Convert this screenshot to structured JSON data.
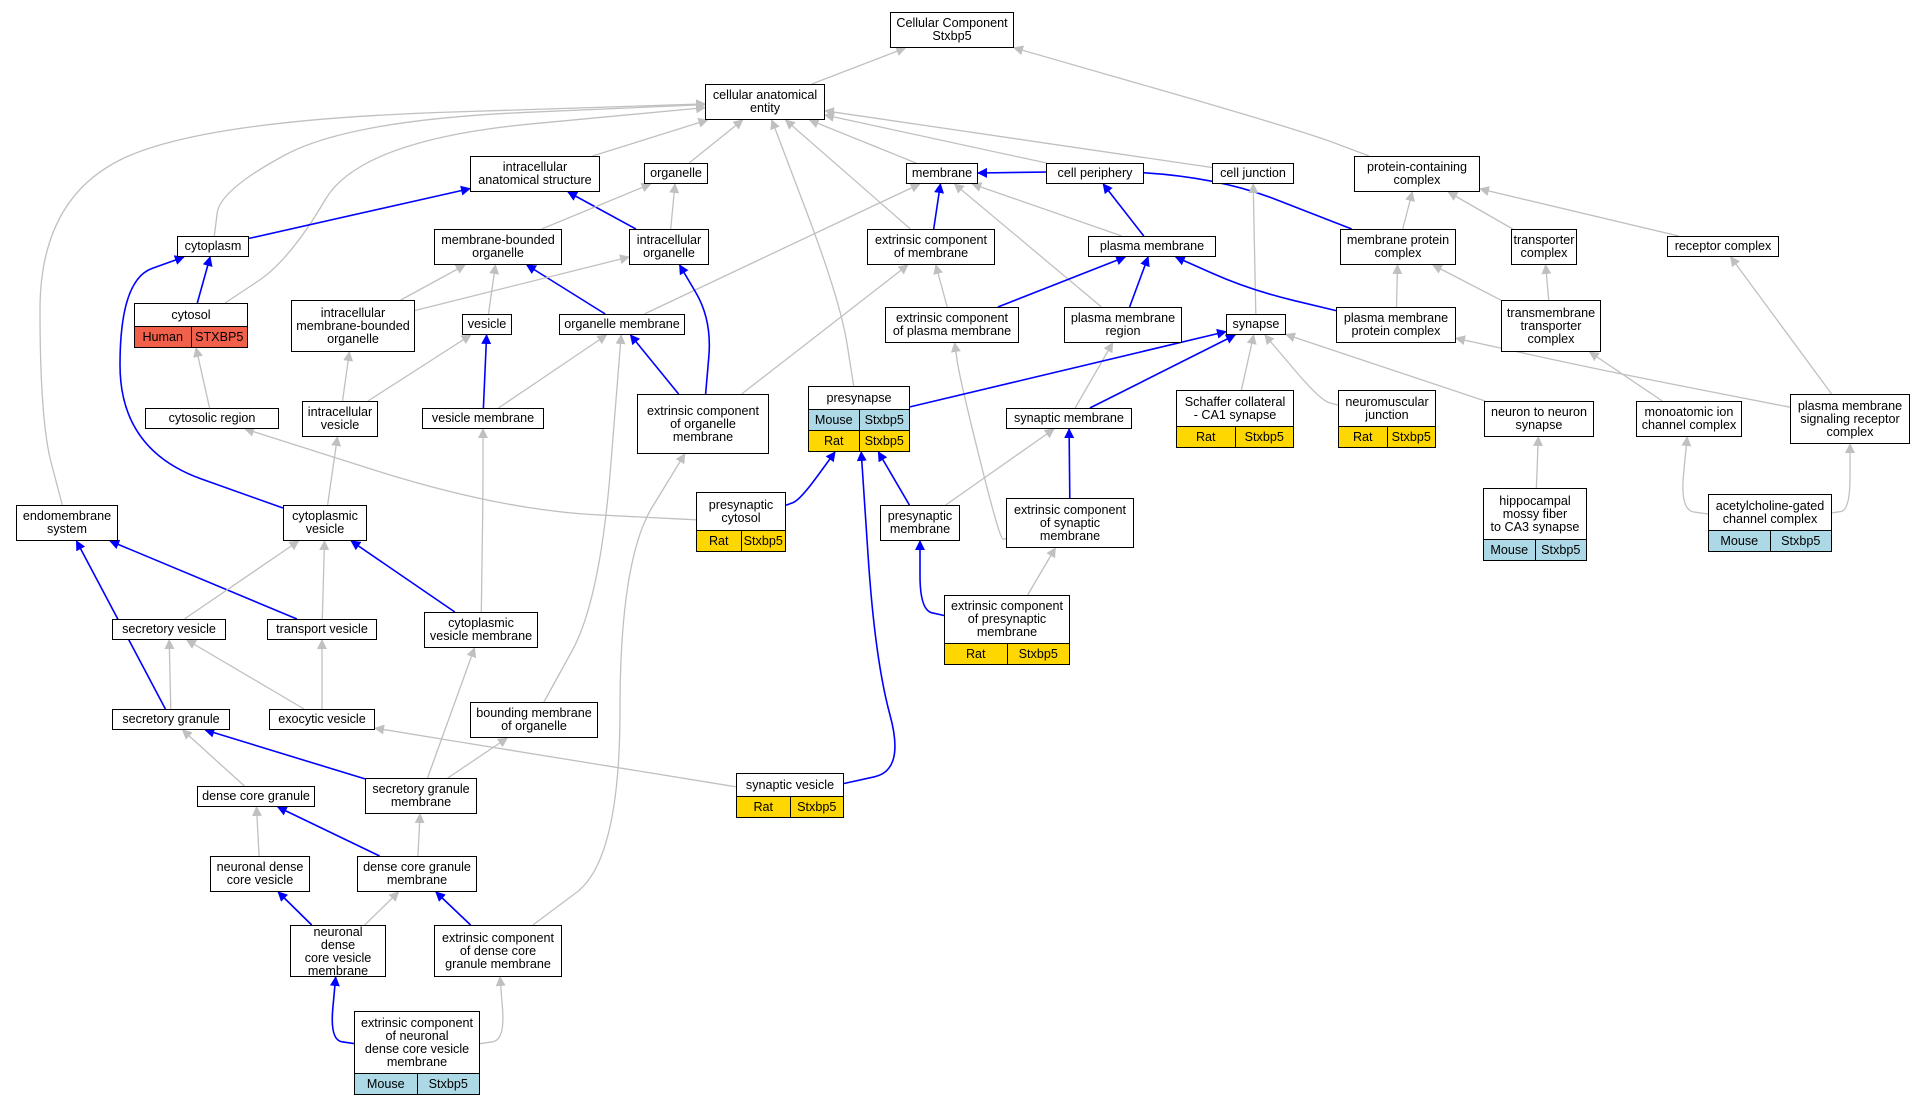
{
  "colors": {
    "is_a_edge": "#c0c0c0",
    "part_of_edge": "#0000ff",
    "Human": "#f0604a",
    "Mouse": "#add8e6",
    "Rat": "#ffd700"
  },
  "nodes": [
    {
      "id": "root",
      "label": "Cellular Component\nStxbp5"
    },
    {
      "id": "cae",
      "label": "cellular anatomical\nentity"
    },
    {
      "id": "ias",
      "label": "intracellular\nanatomical structure"
    },
    {
      "id": "organelle",
      "label": "organelle"
    },
    {
      "id": "membrane",
      "label": "membrane"
    },
    {
      "id": "cellperiph",
      "label": "cell periphery"
    },
    {
      "id": "celljunction",
      "label": "cell junction"
    },
    {
      "id": "pcc",
      "label": "protein-containing\ncomplex"
    },
    {
      "id": "cytoplasm",
      "label": "cytoplasm"
    },
    {
      "id": "mbo",
      "label": "membrane-bounded\norganelle"
    },
    {
      "id": "intorg",
      "label": "intracellular\norganelle"
    },
    {
      "id": "ecm",
      "label": "extrinsic component\nof membrane"
    },
    {
      "id": "pm",
      "label": "plasma membrane"
    },
    {
      "id": "mpc",
      "label": "membrane protein\ncomplex"
    },
    {
      "id": "transporter",
      "label": "transporter\ncomplex"
    },
    {
      "id": "receptor",
      "label": "receptor complex"
    },
    {
      "id": "cytosol",
      "label": "cytosol",
      "tags": [
        {
          "species": "Human",
          "gene": "STXBP5"
        }
      ]
    },
    {
      "id": "imbo",
      "label": "intracellular\nmembrane-bounded\norganelle"
    },
    {
      "id": "vesicle",
      "label": "vesicle"
    },
    {
      "id": "orgmem",
      "label": "organelle membrane"
    },
    {
      "id": "ecpm",
      "label": "extrinsic component\nof plasma membrane"
    },
    {
      "id": "pmr",
      "label": "plasma membrane\nregion"
    },
    {
      "id": "synapse",
      "label": "synapse"
    },
    {
      "id": "pmpc",
      "label": "plasma membrane\nprotein complex"
    },
    {
      "id": "tmtc",
      "label": "transmembrane\ntransporter\ncomplex"
    },
    {
      "id": "cytreg",
      "label": "cytosolic region"
    },
    {
      "id": "intves",
      "label": "intracellular\nvesicle"
    },
    {
      "id": "vesmem",
      "label": "vesicle membrane"
    },
    {
      "id": "ecom",
      "label": "extrinsic component\nof organelle\nmembrane"
    },
    {
      "id": "presyn",
      "label": "presynapse",
      "tags": [
        {
          "species": "Mouse",
          "gene": "Stxbp5"
        },
        {
          "species": "Rat",
          "gene": "Stxbp5"
        }
      ]
    },
    {
      "id": "synmem",
      "label": "synaptic membrane"
    },
    {
      "id": "schaffer",
      "label": "Schaffer collateral\n- CA1 synapse",
      "tags": [
        {
          "species": "Rat",
          "gene": "Stxbp5"
        }
      ]
    },
    {
      "id": "nmj",
      "label": "neuromuscular\njunction",
      "tags": [
        {
          "species": "Rat",
          "gene": "Stxbp5"
        }
      ]
    },
    {
      "id": "n2n",
      "label": "neuron to neuron\nsynapse"
    },
    {
      "id": "moic",
      "label": "monoatomic ion\nchannel complex"
    },
    {
      "id": "pmsrc",
      "label": "plasma membrane\nsignaling receptor\ncomplex"
    },
    {
      "id": "endo",
      "label": "endomembrane\nsystem"
    },
    {
      "id": "cytves",
      "label": "cytoplasmic\nvesicle"
    },
    {
      "id": "precyt",
      "label": "presynaptic\ncytosol",
      "tags": [
        {
          "species": "Rat",
          "gene": "Stxbp5"
        }
      ]
    },
    {
      "id": "premem",
      "label": "presynaptic\nmembrane"
    },
    {
      "id": "ecsm",
      "label": "extrinsic component\nof synaptic\nmembrane"
    },
    {
      "id": "hippo",
      "label": "hippocampal\nmossy fiber\nto CA3 synapse",
      "tags": [
        {
          "species": "Mouse",
          "gene": "Stxbp5"
        }
      ]
    },
    {
      "id": "achr",
      "label": "acetylcholine-gated\nchannel complex",
      "tags": [
        {
          "species": "Mouse",
          "gene": "Stxbp5"
        }
      ]
    },
    {
      "id": "secves",
      "label": "secretory vesicle"
    },
    {
      "id": "transves",
      "label": "transport vesicle"
    },
    {
      "id": "cvm",
      "label": "cytoplasmic\nvesicle membrane"
    },
    {
      "id": "ecpsm",
      "label": "extrinsic component\nof presynaptic\nmembrane",
      "tags": [
        {
          "species": "Rat",
          "gene": "Stxbp5"
        }
      ]
    },
    {
      "id": "secgran",
      "label": "secretory granule"
    },
    {
      "id": "exoves",
      "label": "exocytic vesicle"
    },
    {
      "id": "bmo",
      "label": "bounding membrane\nof organelle"
    },
    {
      "id": "dcg",
      "label": "dense core granule"
    },
    {
      "id": "sgm",
      "label": "secretory granule\nmembrane"
    },
    {
      "id": "synves",
      "label": "synaptic vesicle",
      "tags": [
        {
          "species": "Rat",
          "gene": "Stxbp5"
        }
      ]
    },
    {
      "id": "ndcv",
      "label": "neuronal dense\ncore vesicle"
    },
    {
      "id": "dcgm",
      "label": "dense core granule\nmembrane"
    },
    {
      "id": "ndcvm",
      "label": "neuronal dense\ncore vesicle\nmembrane"
    },
    {
      "id": "ecdcgm",
      "label": "extrinsic component\nof dense core\ngranule membrane"
    },
    {
      "id": "ecndcvm",
      "label": "extrinsic component\nof neuronal\ndense core vesicle\nmembrane",
      "tags": [
        {
          "species": "Mouse",
          "gene": "Stxbp5"
        }
      ]
    }
  ],
  "edges": [
    {
      "from": "cae",
      "to": "root",
      "type": "is_a"
    },
    {
      "from": "pcc",
      "to": "root",
      "type": "is_a"
    },
    {
      "from": "ias",
      "to": "cae",
      "type": "is_a"
    },
    {
      "from": "organelle",
      "to": "cae",
      "type": "is_a"
    },
    {
      "from": "membrane",
      "to": "cae",
      "type": "is_a"
    },
    {
      "from": "cellperiph",
      "to": "cae",
      "type": "is_a"
    },
    {
      "from": "celljunction",
      "to": "cae",
      "type": "is_a"
    },
    {
      "from": "cytoplasm",
      "to": "cae",
      "type": "is_a"
    },
    {
      "from": "cytosol",
      "to": "cae",
      "type": "is_a"
    },
    {
      "from": "endo",
      "to": "cae",
      "type": "is_a"
    },
    {
      "from": "ecm",
      "to": "cae",
      "type": "is_a"
    },
    {
      "from": "presyn",
      "to": "cae",
      "type": "is_a"
    },
    {
      "from": "cytoplasm",
      "to": "ias",
      "type": "part_of"
    },
    {
      "from": "intorg",
      "to": "ias",
      "type": "part_of"
    },
    {
      "from": "mbo",
      "to": "organelle",
      "type": "is_a"
    },
    {
      "from": "intorg",
      "to": "organelle",
      "type": "is_a"
    },
    {
      "from": "ecm",
      "to": "membrane",
      "type": "part_of"
    },
    {
      "from": "pm",
      "to": "membrane",
      "type": "is_a"
    },
    {
      "from": "mpc",
      "to": "membrane",
      "type": "part_of"
    },
    {
      "from": "orgmem",
      "to": "membrane",
      "type": "is_a"
    },
    {
      "from": "pmr",
      "to": "membrane",
      "type": "is_a"
    },
    {
      "from": "pm",
      "to": "cellperiph",
      "type": "part_of"
    },
    {
      "from": "synapse",
      "to": "celljunction",
      "type": "is_a"
    },
    {
      "from": "mpc",
      "to": "pcc",
      "type": "is_a"
    },
    {
      "from": "transporter",
      "to": "pcc",
      "type": "is_a"
    },
    {
      "from": "receptor",
      "to": "pcc",
      "type": "is_a"
    },
    {
      "from": "cytosol",
      "to": "cytoplasm",
      "type": "part_of"
    },
    {
      "from": "cytves",
      "to": "cytoplasm",
      "type": "part_of"
    },
    {
      "from": "imbo",
      "to": "mbo",
      "type": "is_a"
    },
    {
      "from": "vesicle",
      "to": "mbo",
      "type": "is_a"
    },
    {
      "from": "orgmem",
      "to": "mbo",
      "type": "part_of"
    },
    {
      "from": "imbo",
      "to": "intorg",
      "type": "is_a"
    },
    {
      "from": "ecom",
      "to": "intorg",
      "type": "part_of"
    },
    {
      "from": "ecpm",
      "to": "ecm",
      "type": "is_a"
    },
    {
      "from": "ecom",
      "to": "ecm",
      "type": "is_a"
    },
    {
      "from": "ecpm",
      "to": "pm",
      "type": "part_of"
    },
    {
      "from": "pmr",
      "to": "pm",
      "type": "part_of"
    },
    {
      "from": "pmpc",
      "to": "pm",
      "type": "part_of"
    },
    {
      "from": "pmpc",
      "to": "mpc",
      "type": "is_a"
    },
    {
      "from": "tmtc",
      "to": "mpc",
      "type": "is_a"
    },
    {
      "from": "tmtc",
      "to": "transporter",
      "type": "is_a"
    },
    {
      "from": "pmsrc",
      "to": "receptor",
      "type": "is_a"
    },
    {
      "from": "cytreg",
      "to": "cytosol",
      "type": "is_a"
    },
    {
      "from": "intves",
      "to": "imbo",
      "type": "is_a"
    },
    {
      "from": "intves",
      "to": "vesicle",
      "type": "is_a"
    },
    {
      "from": "vesmem",
      "to": "vesicle",
      "type": "part_of"
    },
    {
      "from": "vesmem",
      "to": "orgmem",
      "type": "is_a"
    },
    {
      "from": "ecom",
      "to": "orgmem",
      "type": "part_of"
    },
    {
      "from": "bmo",
      "to": "orgmem",
      "type": "is_a"
    },
    {
      "from": "ecsm",
      "to": "ecpm",
      "type": "is_a"
    },
    {
      "from": "synmem",
      "to": "pmr",
      "type": "is_a"
    },
    {
      "from": "presyn",
      "to": "synapse",
      "type": "part_of"
    },
    {
      "from": "synmem",
      "to": "synapse",
      "type": "part_of"
    },
    {
      "from": "schaffer",
      "to": "synapse",
      "type": "is_a"
    },
    {
      "from": "nmj",
      "to": "synapse",
      "type": "is_a"
    },
    {
      "from": "n2n",
      "to": "synapse",
      "type": "is_a"
    },
    {
      "from": "pmsrc",
      "to": "pmpc",
      "type": "is_a"
    },
    {
      "from": "moic",
      "to": "tmtc",
      "type": "is_a"
    },
    {
      "from": "precyt",
      "to": "cytreg",
      "type": "is_a"
    },
    {
      "from": "cytves",
      "to": "intves",
      "type": "is_a"
    },
    {
      "from": "cvm",
      "to": "vesmem",
      "type": "is_a"
    },
    {
      "from": "ecdcgm",
      "to": "ecom",
      "type": "is_a"
    },
    {
      "from": "precyt",
      "to": "presyn",
      "type": "part_of"
    },
    {
      "from": "premem",
      "to": "presyn",
      "type": "part_of"
    },
    {
      "from": "synves",
      "to": "presyn",
      "type": "part_of"
    },
    {
      "from": "premem",
      "to": "synmem",
      "type": "is_a"
    },
    {
      "from": "ecsm",
      "to": "synmem",
      "type": "part_of"
    },
    {
      "from": "hippo",
      "to": "n2n",
      "type": "is_a"
    },
    {
      "from": "achr",
      "to": "moic",
      "type": "is_a"
    },
    {
      "from": "achr",
      "to": "pmsrc",
      "type": "is_a"
    },
    {
      "from": "secgran",
      "to": "endo",
      "type": "part_of"
    },
    {
      "from": "transves",
      "to": "endo",
      "type": "part_of"
    },
    {
      "from": "secves",
      "to": "cytves",
      "type": "is_a"
    },
    {
      "from": "transves",
      "to": "cytves",
      "type": "is_a"
    },
    {
      "from": "cvm",
      "to": "cytves",
      "type": "part_of"
    },
    {
      "from": "ecpsm",
      "to": "premem",
      "type": "part_of"
    },
    {
      "from": "ecpsm",
      "to": "ecsm",
      "type": "is_a"
    },
    {
      "from": "secgran",
      "to": "secves",
      "type": "is_a"
    },
    {
      "from": "exoves",
      "to": "secves",
      "type": "is_a"
    },
    {
      "from": "exoves",
      "to": "transves",
      "type": "is_a"
    },
    {
      "from": "sgm",
      "to": "cvm",
      "type": "is_a"
    },
    {
      "from": "dcg",
      "to": "secgran",
      "type": "is_a"
    },
    {
      "from": "sgm",
      "to": "secgran",
      "type": "part_of"
    },
    {
      "from": "synves",
      "to": "exoves",
      "type": "is_a"
    },
    {
      "from": "sgm",
      "to": "bmo",
      "type": "is_a"
    },
    {
      "from": "ndcv",
      "to": "dcg",
      "type": "is_a"
    },
    {
      "from": "dcgm",
      "to": "dcg",
      "type": "part_of"
    },
    {
      "from": "dcgm",
      "to": "sgm",
      "type": "is_a"
    },
    {
      "from": "ndcvm",
      "to": "ndcv",
      "type": "part_of"
    },
    {
      "from": "ndcvm",
      "to": "dcgm",
      "type": "is_a"
    },
    {
      "from": "ecdcgm",
      "to": "dcgm",
      "type": "part_of"
    },
    {
      "from": "ecndcvm",
      "to": "ndcvm",
      "type": "part_of"
    },
    {
      "from": "ecndcvm",
      "to": "ecdcgm",
      "type": "is_a"
    }
  ]
}
